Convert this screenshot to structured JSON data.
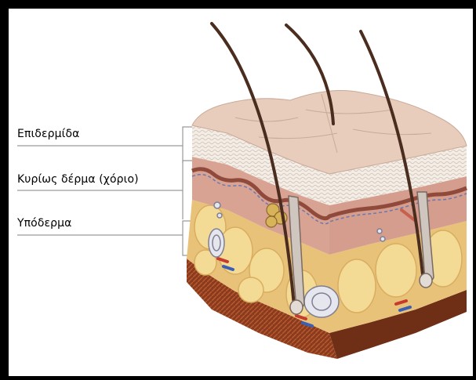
{
  "labels": {
    "epidermis": "Επιδερμίδα",
    "dermis": "Κυρίως δέρμα (χόριο)",
    "hypodermis": "Υπόδερμα"
  },
  "colors": {
    "frame": "#000000",
    "epidermis_top": "#ead2c4",
    "epidermis_layer": "#f1ebe4",
    "dermis": "#d8a596",
    "fat": "#f0d48a",
    "muscle_base": "#8a3b1e",
    "hair": "#4a2d1f"
  }
}
